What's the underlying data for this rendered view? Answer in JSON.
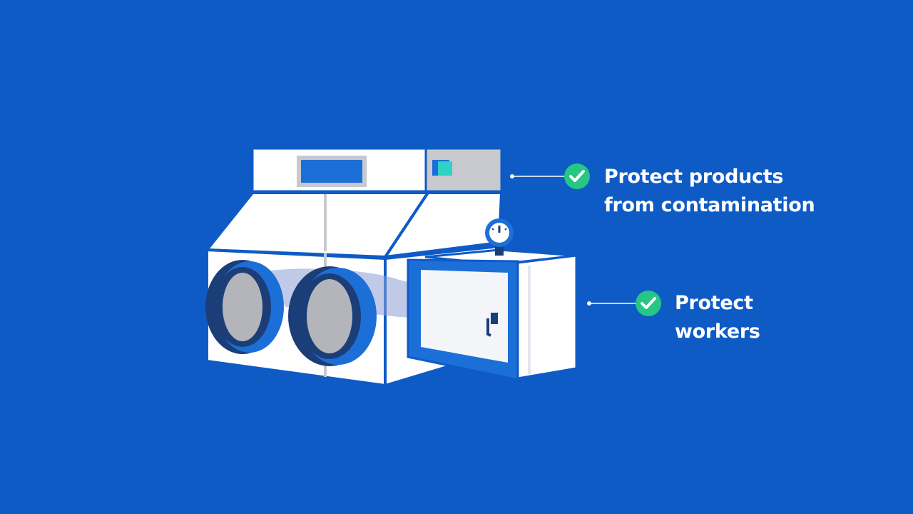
{
  "colors": {
    "background": "#0e5bc6",
    "outline": "#0e5bc6",
    "panel": "#ffffff",
    "glass_tint": "#eef2f8",
    "accent_gray": "#c7c9cf",
    "port_ring": "#1d6fd8",
    "port_ring_dark": "#1b3e78",
    "port_window": "#b3b5ba",
    "check_green": "#26c685",
    "text": "#ffffff"
  },
  "callouts": [
    {
      "lines": [
        "Protect products",
        "from contamination"
      ],
      "icon": "check-circle-icon"
    },
    {
      "lines": [
        "Protect",
        "workers"
      ],
      "icon": "check-circle-icon"
    }
  ],
  "device": {
    "name_icon": "glovebox-isolator-illustration",
    "gauge_icon": "pressure-gauge-icon",
    "handle_icon": "door-handle-icon"
  }
}
